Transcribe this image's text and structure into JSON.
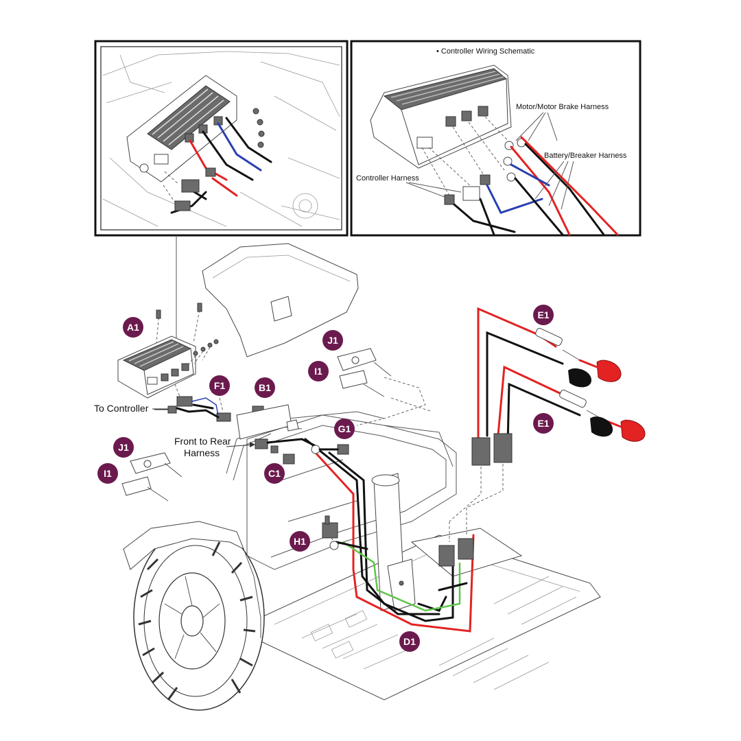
{
  "inset_right": {
    "title": "• Controller Wiring Schematic",
    "motor_harness": "Motor/Motor Brake Harness",
    "battery_harness": "Battery/Breaker Harness",
    "controller_harness": "Controller Harness"
  },
  "labels": {
    "to_controller": "To Controller",
    "front_to_rear_1": "Front to Rear",
    "front_to_rear_2": "Harness"
  },
  "badges": {
    "a1": "A1",
    "b1": "B1",
    "c1": "C1",
    "d1": "D1",
    "e1_top": "E1",
    "e1_bottom": "E1",
    "f1": "F1",
    "g1": "G1",
    "h1": "H1",
    "i1_left": "I1",
    "i1_mid": "I1",
    "j1_left": "J1",
    "j1_mid": "J1"
  },
  "colors": {
    "badge": "#6b1a4e",
    "wire_red": "#e32222",
    "wire_black": "#111111",
    "wire_blue": "#2a3fb0",
    "wire_green": "#5fc44a"
  }
}
